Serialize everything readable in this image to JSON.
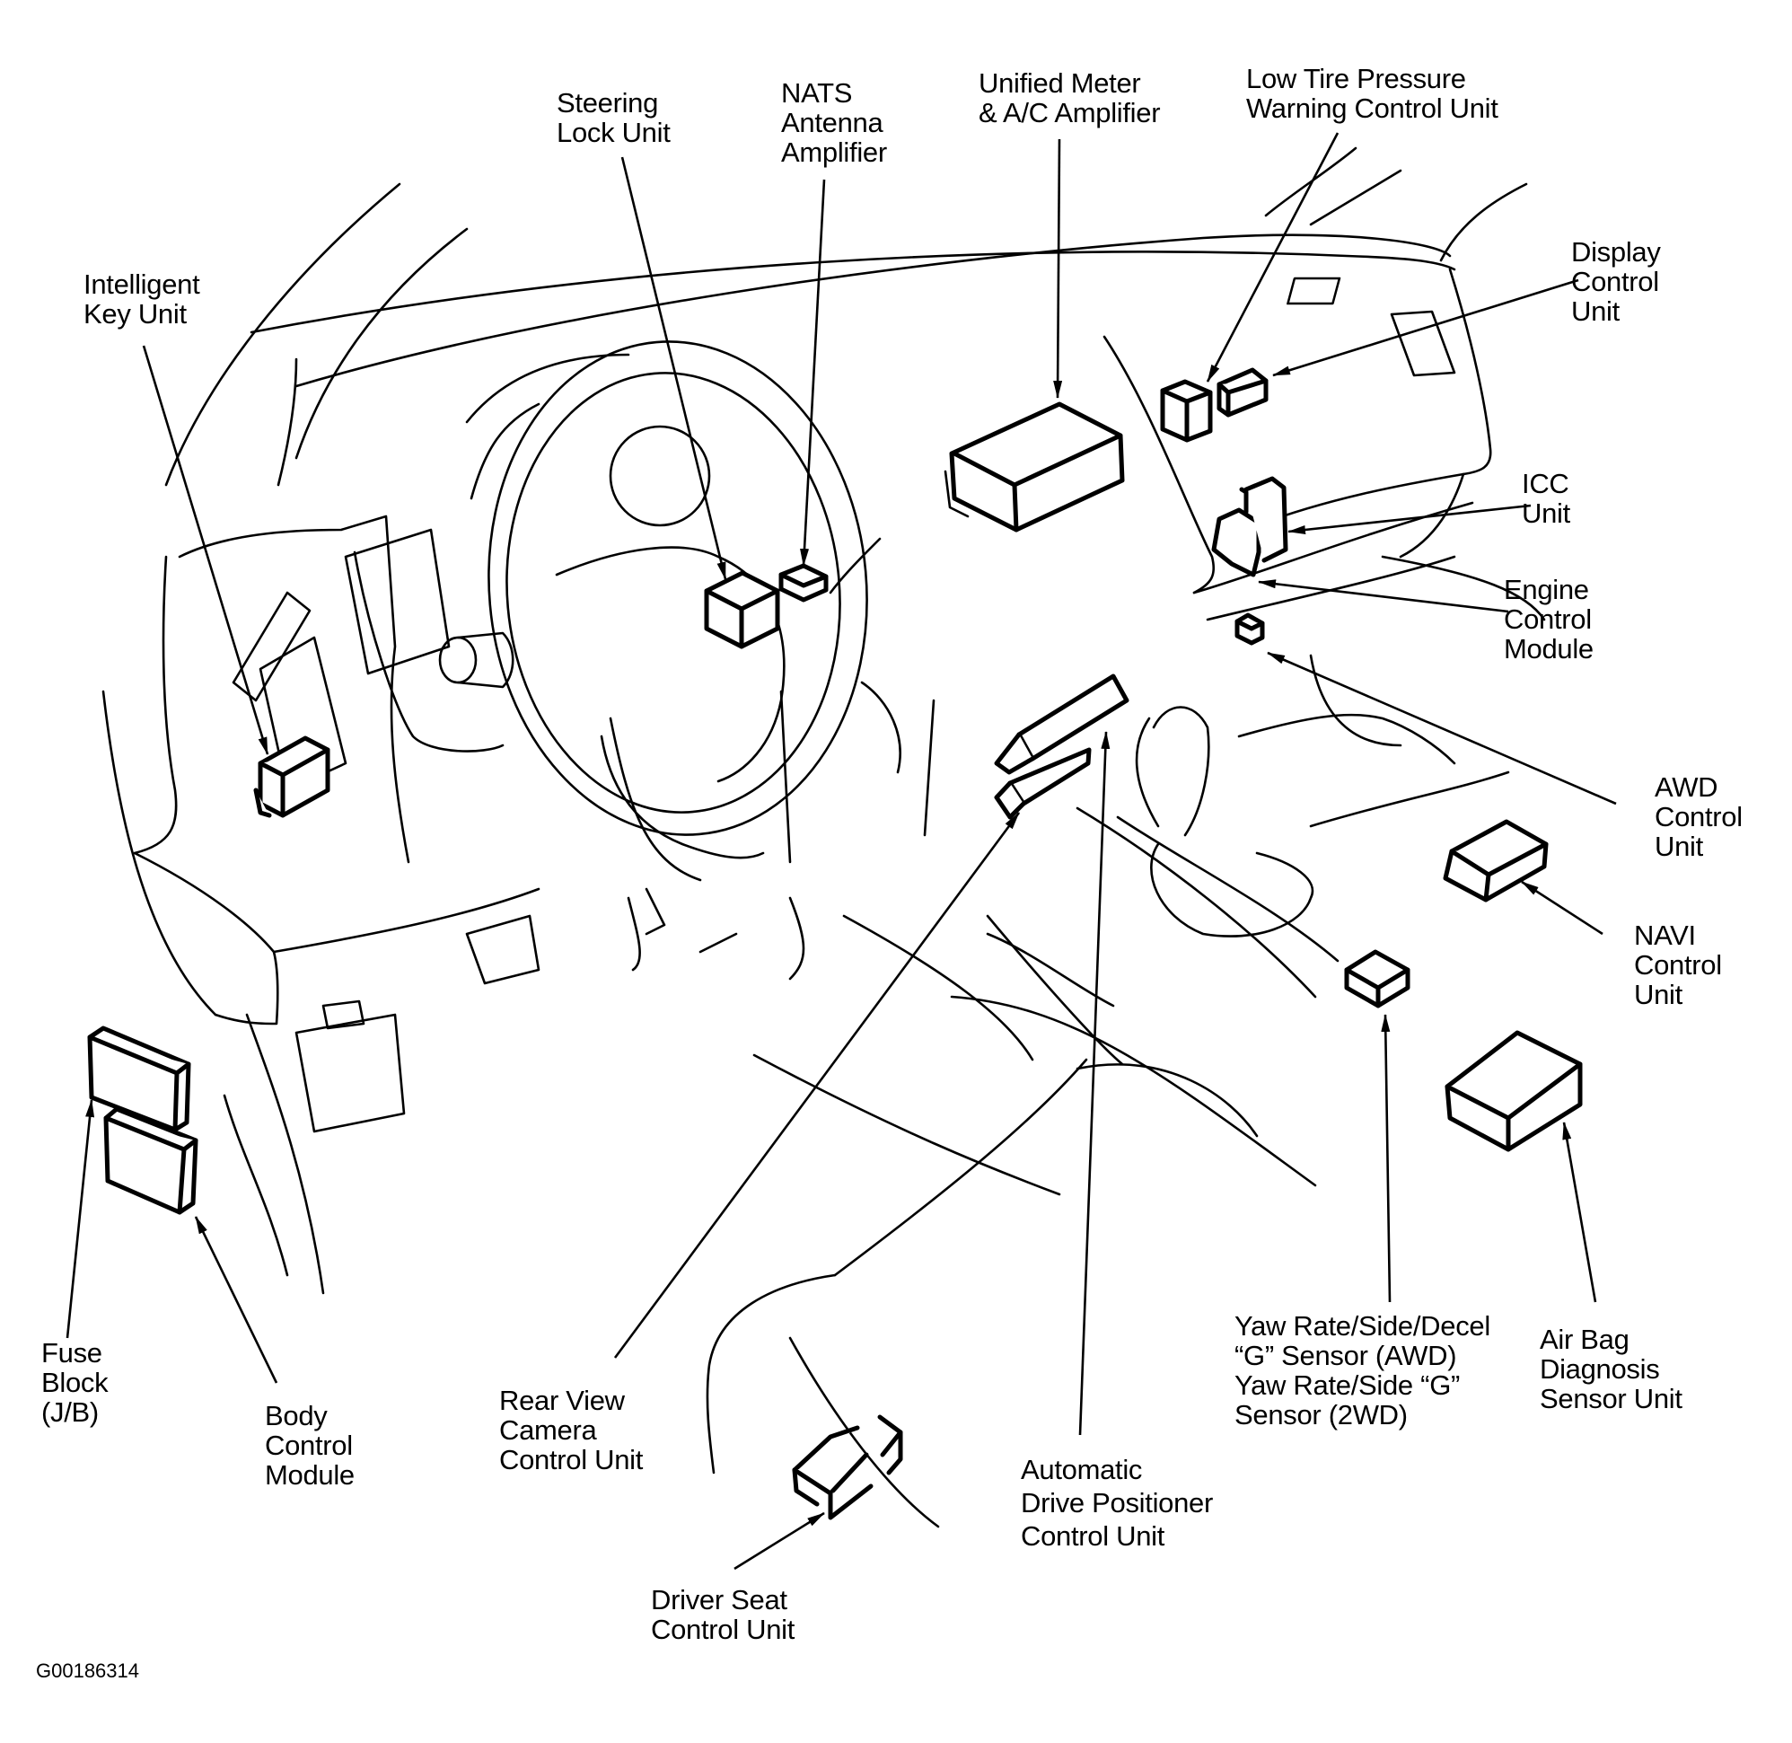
{
  "figure_id": "G00186314",
  "labels": {
    "intelligent_key_unit": [
      "Intelligent",
      "Key Unit"
    ],
    "steering_lock_unit": [
      "Steering",
      "Lock Unit"
    ],
    "nats_antenna_amplifier": [
      "NATS",
      "Antenna",
      "Amplifier"
    ],
    "unified_meter_ac_amplifier": [
      "Unified Meter",
      "& A/C Amplifier"
    ],
    "low_tire_pressure_warning_control_unit": [
      "Low Tire Pressure",
      "Warning Control Unit"
    ],
    "display_control_unit": [
      "Display",
      "Control",
      "Unit"
    ],
    "icc_unit": [
      "ICC",
      "Unit"
    ],
    "engine_control_module": [
      "Engine",
      "Control",
      "Module"
    ],
    "awd_control_unit": [
      "AWD",
      "Control",
      "Unit"
    ],
    "navi_control_unit": [
      "NAVI",
      "Control",
      "Unit"
    ],
    "air_bag_diagnosis_sensor_unit": [
      "Air Bag",
      "Diagnosis",
      "Sensor Unit"
    ],
    "yaw_rate_sensor": [
      "Yaw Rate/Side/Decel",
      "“G” Sensor (AWD)",
      "Yaw Rate/Side “G”",
      "Sensor (2WD)"
    ],
    "automatic_drive_positioner_control_unit": [
      "Automatic",
      "Drive Positioner",
      "Control Unit"
    ],
    "driver_seat_control_unit": [
      "Driver Seat",
      "Control Unit"
    ],
    "rear_view_camera_control_unit": [
      "Rear View",
      "Camera",
      "Control Unit"
    ],
    "body_control_module": [
      "Body",
      "Control",
      "Module"
    ],
    "fuse_block_jb": [
      "Fuse",
      "Block",
      "(J/B)"
    ]
  }
}
